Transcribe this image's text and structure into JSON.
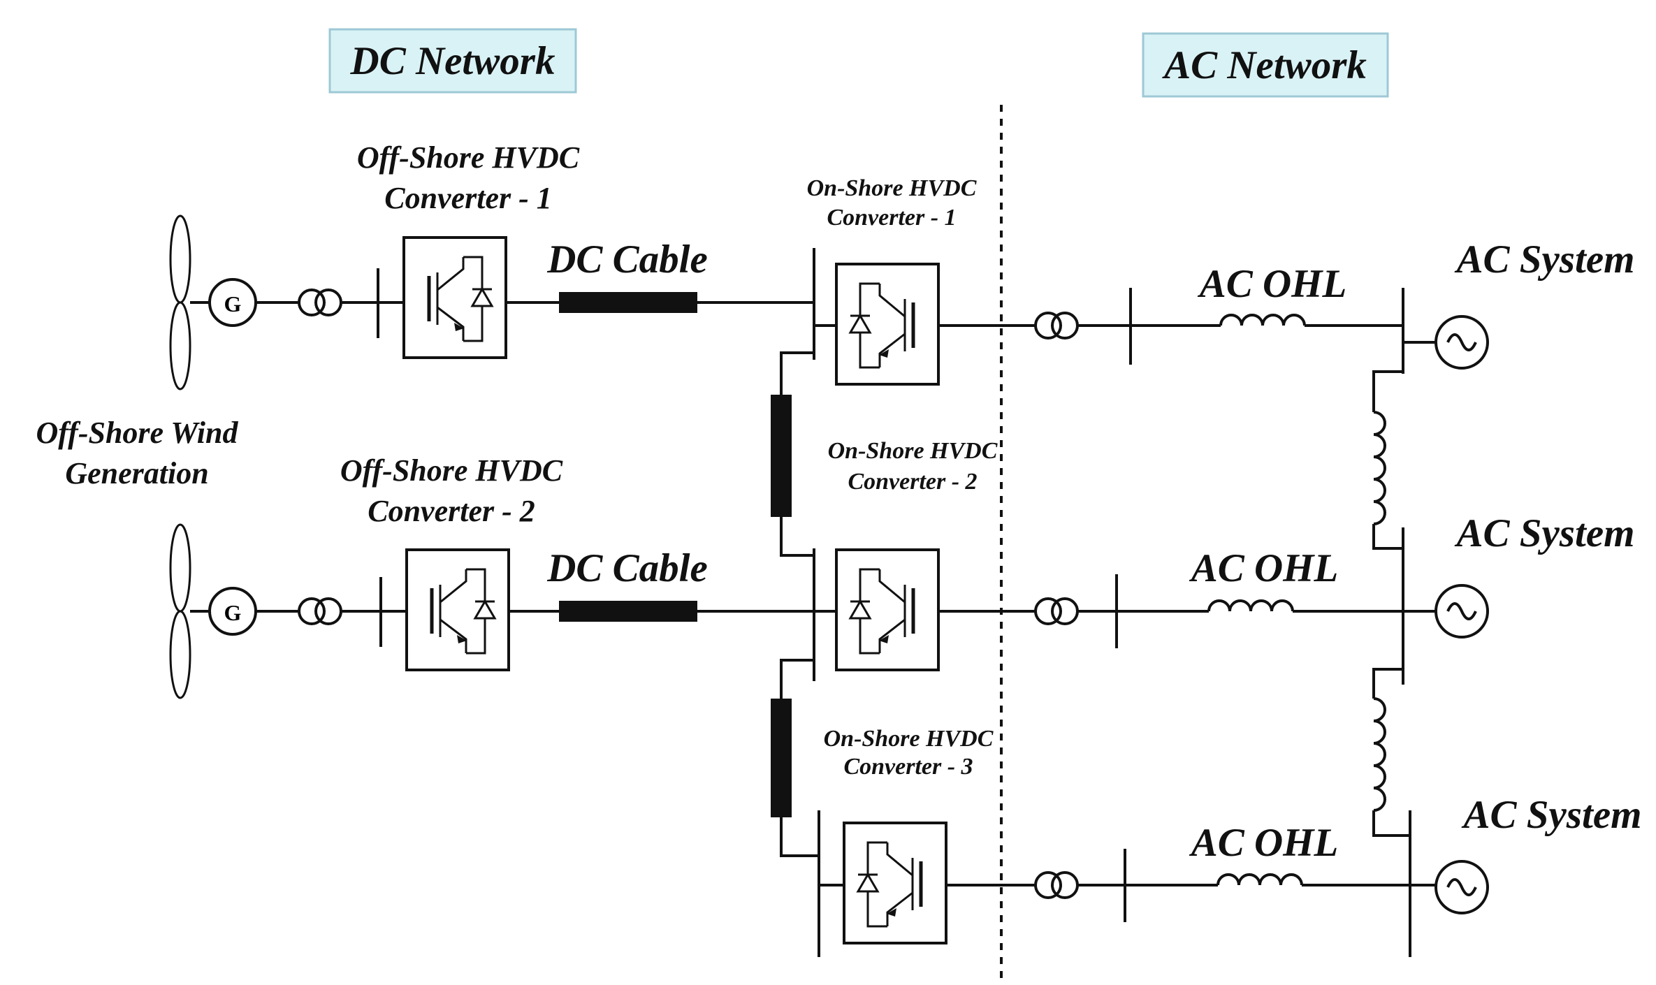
{
  "headers": {
    "dc_network": "DC Network",
    "ac_network": "AC Network",
    "header_fill": "#d9f2f5",
    "header_border": "#9ec8d6"
  },
  "wind": {
    "label_line1": "Off-Shore Wind",
    "label_line2": "Generation",
    "generator_symbol": "G"
  },
  "offshore_converters": [
    {
      "line1": "Off-Shore HVDC",
      "line2": "Converter - 1"
    },
    {
      "line1": "Off-Shore HVDC",
      "line2": "Converter - 2"
    }
  ],
  "dc_cables": [
    "DC Cable",
    "DC Cable"
  ],
  "onshore_converters": [
    {
      "line1": "On-Shore HVDC",
      "line2": "Converter - 1"
    },
    {
      "line1": "On-Shore HVDC",
      "line2": "Converter - 2"
    },
    {
      "line1": "On-Shore HVDC",
      "line2": "Converter - 3"
    }
  ],
  "ac_ohl": [
    "AC OHL",
    "AC OHL",
    "AC OHL"
  ],
  "ac_systems": [
    "AC System",
    "AC System",
    "AC System"
  ]
}
